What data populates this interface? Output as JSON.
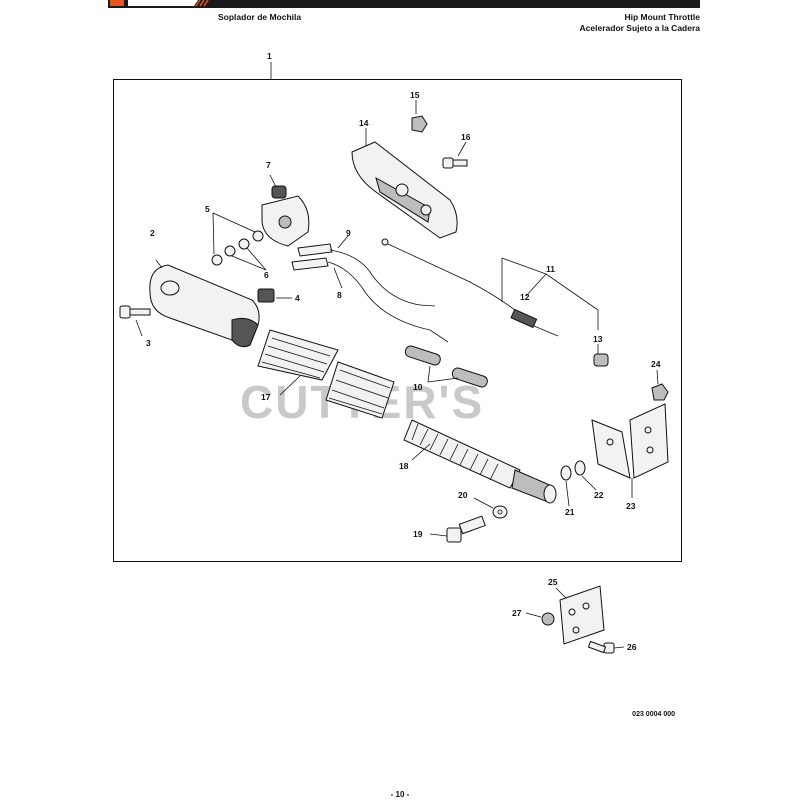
{
  "header": {
    "left_title": "Soplador de Mochila",
    "right_title": "Hip Mount Throttle",
    "right_subtitle": "Acelerador Sujeto a la Cadera"
  },
  "watermark": "CUTTER'S",
  "callouts": {
    "c1": "1",
    "c2": "2",
    "c3": "3",
    "c4": "4",
    "c5": "5",
    "c6": "6",
    "c7": "7",
    "c8": "8",
    "c9": "9",
    "c10": "10",
    "c11": "11",
    "c12": "12",
    "c13": "13",
    "c14": "14",
    "c15": "15",
    "c16": "16",
    "c17": "17",
    "c18": "18",
    "c19": "19",
    "c20": "20",
    "c21": "21",
    "c22": "22",
    "c23": "23",
    "c24": "24",
    "c25": "25",
    "c26": "26",
    "c27": "27"
  },
  "footer": {
    "drawing_code": "023 0004 000",
    "page_number": "- 10 -"
  },
  "colors": {
    "brand": "#e8541e",
    "bar": "#1a1a1a",
    "watermark": "#c9c9c9"
  }
}
